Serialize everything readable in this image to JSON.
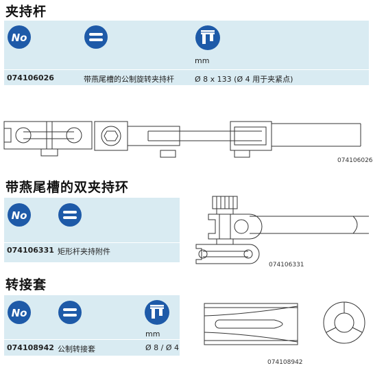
{
  "sections": [
    {
      "title": "夹持杆",
      "unit": "mm",
      "row": {
        "part_no": "074106026",
        "desc": "带燕尾槽的公制旋转夹持杆",
        "dims": "Ø 8 x 133 (Ø 4 用于夹紧点)"
      },
      "drawing_label": "074106026"
    },
    {
      "title": "带燕尾槽的双夹持环",
      "row": {
        "part_no": "074106331",
        "desc": "矩形杆夹持附件"
      },
      "drawing_label": "074106331"
    },
    {
      "title": "转接套",
      "unit": "mm",
      "row": {
        "part_no": "074108942",
        "desc": "公制转接套",
        "dims": "Ø 8 / Ø 4"
      },
      "drawing_label": "074108942"
    }
  ],
  "icons": {
    "number": "No",
    "equals": "equals-icon",
    "caliper": "caliper-icon"
  },
  "colors": {
    "icon_blue": "#1e5aa8",
    "band": "#d9ebf2"
  }
}
